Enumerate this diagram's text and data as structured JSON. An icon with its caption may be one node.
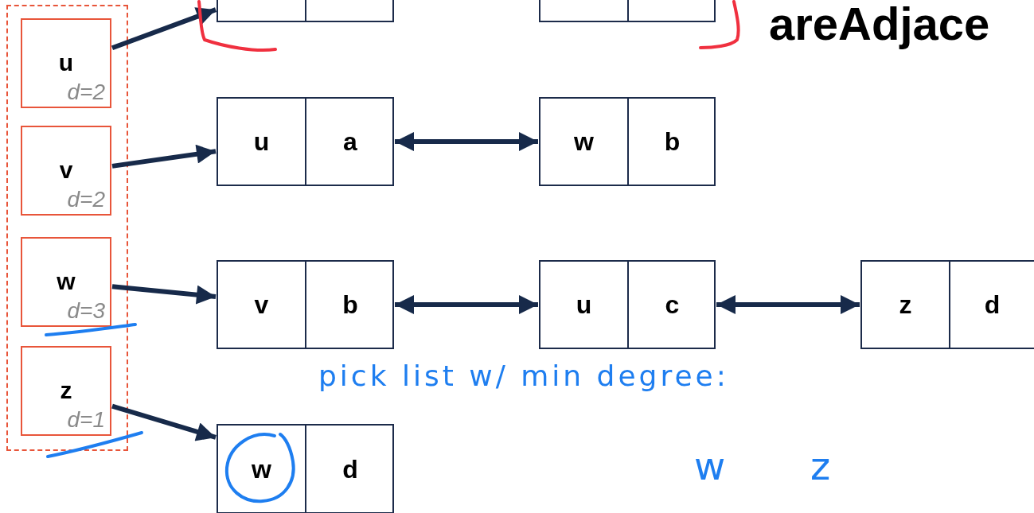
{
  "diagram": {
    "title": "areAdjace",
    "nodes": [
      {
        "text": [],
        "shape": "box"
      },
      {
        "text": [
          "u",
          "d=2"
        ],
        "in": 0
      },
      {
        "text": [
          "v",
          "d=2"
        ],
        "in": 0
      },
      {
        "text": [
          "w",
          "d=3"
        ],
        "in": 0
      },
      {
        "text": [
          "z",
          "d=1"
        ],
        "in": 0
      },
      {
        "text": [],
        "shape": "box"
      },
      {
        "text": [],
        "shape": "box"
      },
      {
        "text": [
          "u",
          "a"
        ]
      },
      {
        "text": [
          "w",
          "b"
        ]
      },
      {
        "text": [
          "v",
          "b"
        ]
      },
      {
        "text": [
          "u",
          "c"
        ]
      },
      {
        "text": [
          "z",
          "d"
        ]
      },
      {
        "text": [
          "w",
          "d"
        ]
      }
    ],
    "edges": [
      {
        "from": 1,
        "to": 5,
        "arrow": "to"
      },
      {
        "from": 2,
        "to": 7,
        "arrow": "to"
      },
      {
        "from": 3,
        "to": 9,
        "arrow": "to"
      },
      {
        "from": 4,
        "to": 12,
        "arrow": "to"
      },
      {
        "from": 7,
        "to": 8,
        "arrow": "both"
      },
      {
        "from": 9,
        "to": 10,
        "arrow": "both"
      },
      {
        "from": 10,
        "to": 11,
        "arrow": "both"
      }
    ],
    "labels": [
      "pick list w/ min degree:",
      "w",
      "z"
    ]
  }
}
